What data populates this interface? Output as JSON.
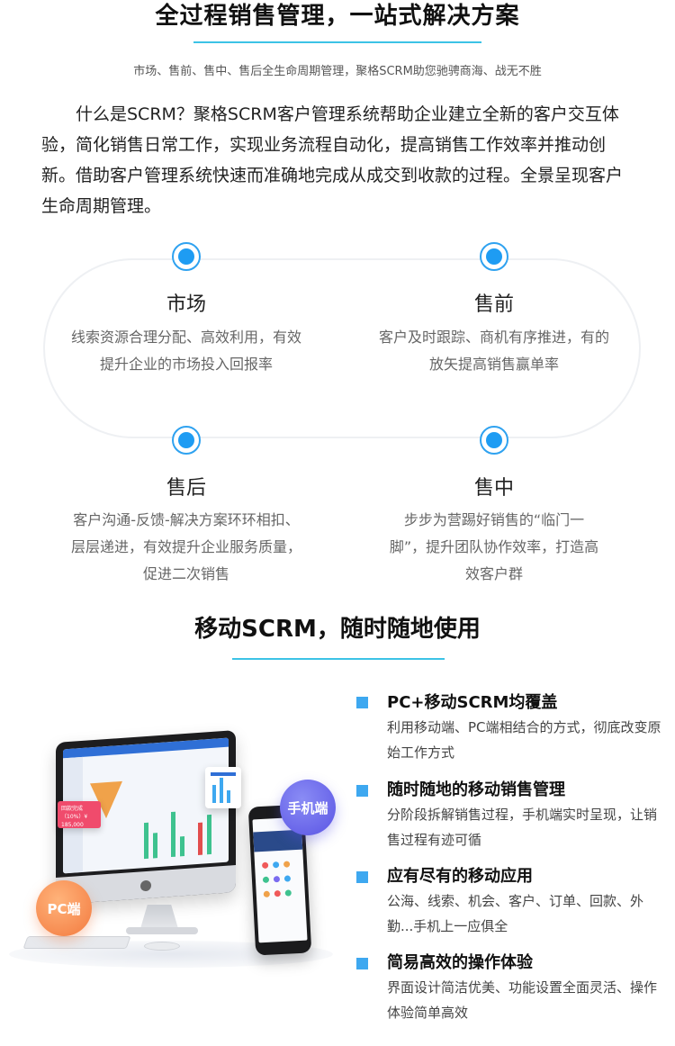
{
  "section1": {
    "title": "全过程销售管理，一站式解决方案",
    "subtitle": "市场、售前、售中、售后全生命周期管理，聚格SCRM助您驰骋商海、战无不胜",
    "intro": "什么是SCRM？聚格SCRM客户管理系统帮助企业建立全新的客户交互体验，简化销售日常工作，实现业务流程自动化，提高销售工作效率并推动创新。借助客户管理系统快速而准确地完成从成交到收款的过程。全景呈现客户生命周期管理。"
  },
  "stages": [
    {
      "title": "市场",
      "desc": "线索资源合理分配、高效利用，有效提升企业的市场投入回报率"
    },
    {
      "title": "售前",
      "desc": "客户及时跟踪、商机有序推进，有的放矢提高销售赢单率"
    },
    {
      "title": "售后",
      "desc": "客户沟通-反馈-解决方案环环相扣、层层递进，有效提升企业服务质量，促进二次销售"
    },
    {
      "title": "售中",
      "desc": "步步为营踢好销售的“临门一脚”，提升团队协作效率，打造高效客户群"
    }
  ],
  "section2": {
    "title": "移动SCRM，随时随地使用"
  },
  "features": [
    {
      "title": "PC+移动SCRM均覆盖",
      "desc": "利用移动端、PC端相结合的方式，彻底改变原始工作方式"
    },
    {
      "title": "随时随地的移动销售管理",
      "desc": "分阶段拆解销售过程，手机端实时呈现，让销售过程有迹可循"
    },
    {
      "title": "应有尽有的移动应用",
      "desc": "公海、线索、机会、客户、订单、回款、外勤...手机上一应俱全"
    },
    {
      "title": "简易高效的操作体验",
      "desc": "界面设计简洁优美、功能设置全面灵活、操作体验简单高效"
    }
  ],
  "illustration": {
    "pc_badge": "PC端",
    "mobile_badge": "手机端",
    "alert_text": "回款完成（10%）¥ 185,000"
  },
  "colors": {
    "accent": "#3cc3e6",
    "node": "#1e9cf3",
    "pc_badge": "#f37a3f",
    "mobile_badge": "#5a54e4"
  }
}
